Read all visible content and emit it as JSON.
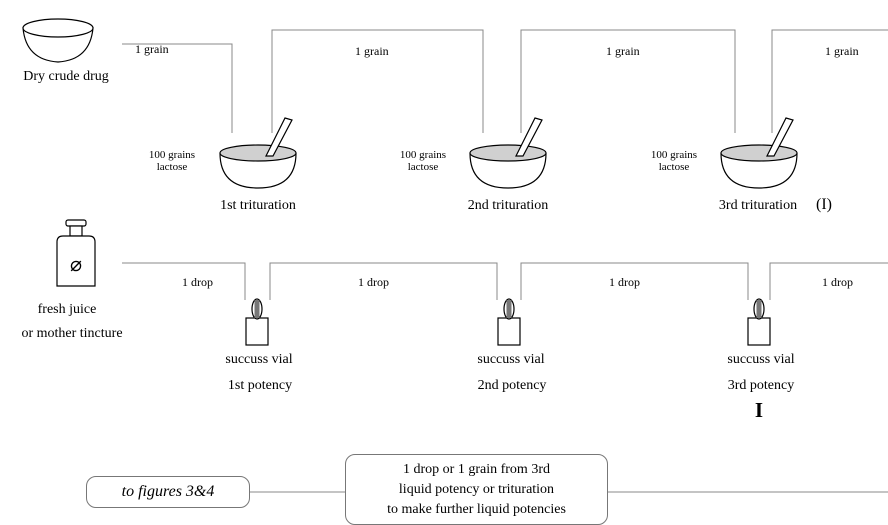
{
  "top_row": {
    "source_label": "Dry crude drug",
    "transfer_labels": [
      "1 grain",
      "1 grain",
      "1 grain",
      "1 grain"
    ],
    "lactose_labels": [
      {
        "line1": "100 grains",
        "line2": "lactose"
      },
      {
        "line1": "100 grains",
        "line2": "lactose"
      },
      {
        "line1": "100 grains",
        "line2": "lactose"
      }
    ],
    "bowl_labels": [
      "1st trituration",
      "2nd trituration",
      "3rd trituration"
    ],
    "marker": "(I)"
  },
  "bottom_row": {
    "bottle_symbol": "⌀",
    "source_label_line1": "fresh juice",
    "source_label_line2": "or mother tincture",
    "transfer_labels": [
      "1 drop",
      "1 drop",
      "1 drop",
      "1 drop"
    ],
    "vials": [
      {
        "label": "succuss vial",
        "potency": "1st potency"
      },
      {
        "label": "succuss vial",
        "potency": "2nd potency"
      },
      {
        "label": "succuss vial",
        "potency": "3rd potency"
      }
    ],
    "marker": "I"
  },
  "footer": {
    "figures_label": "to figures 3&4",
    "note_lines": [
      "1 drop or 1 grain from 3rd",
      "liquid potency or trituration",
      "to make further liquid potencies"
    ]
  }
}
